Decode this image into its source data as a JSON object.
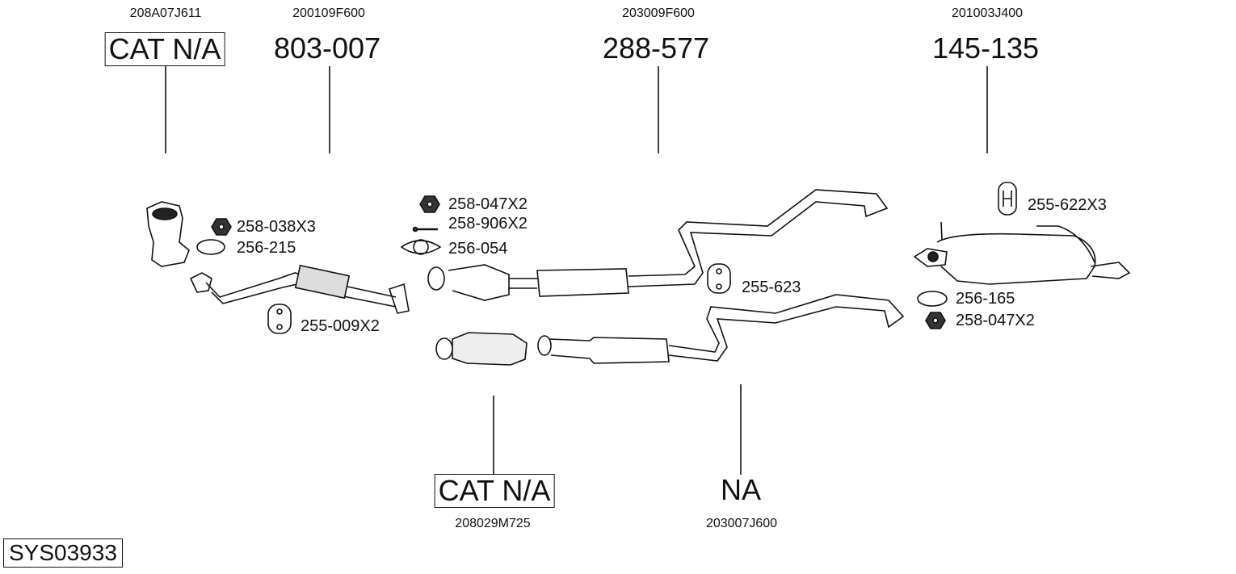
{
  "top_groups": [
    {
      "code": "208A07J611",
      "label": "CAT N/A"
    },
    {
      "code": "200109F600",
      "label": "803-007"
    },
    {
      "code": "203009F600",
      "label": "288-577"
    },
    {
      "code": "201003J400",
      "label": "145-135"
    }
  ],
  "bottom_groups": [
    {
      "code": "208029M725",
      "label": "CAT N/A"
    },
    {
      "code": "203007J600",
      "label": "NA"
    }
  ],
  "parts": [
    {
      "label": "258-038X3",
      "icon": "nut-icon"
    },
    {
      "label": "256-215",
      "icon": "gasket-ring-icon"
    },
    {
      "label": "255-009X2",
      "icon": "rubber-mount-icon"
    },
    {
      "label": "258-047X2",
      "icon": "nut-icon"
    },
    {
      "label": "258-906X2",
      "icon": "bolt-icon"
    },
    {
      "label": "256-054",
      "icon": "flange-gasket-icon"
    },
    {
      "label": "255-623",
      "icon": "rubber-mount-icon"
    },
    {
      "label": "255-622X3",
      "icon": "hanger-icon"
    },
    {
      "label": "256-165",
      "icon": "gasket-ring-icon"
    },
    {
      "label": "258-047X2",
      "icon": "nut-icon"
    }
  ],
  "system_id": "SYS03933"
}
